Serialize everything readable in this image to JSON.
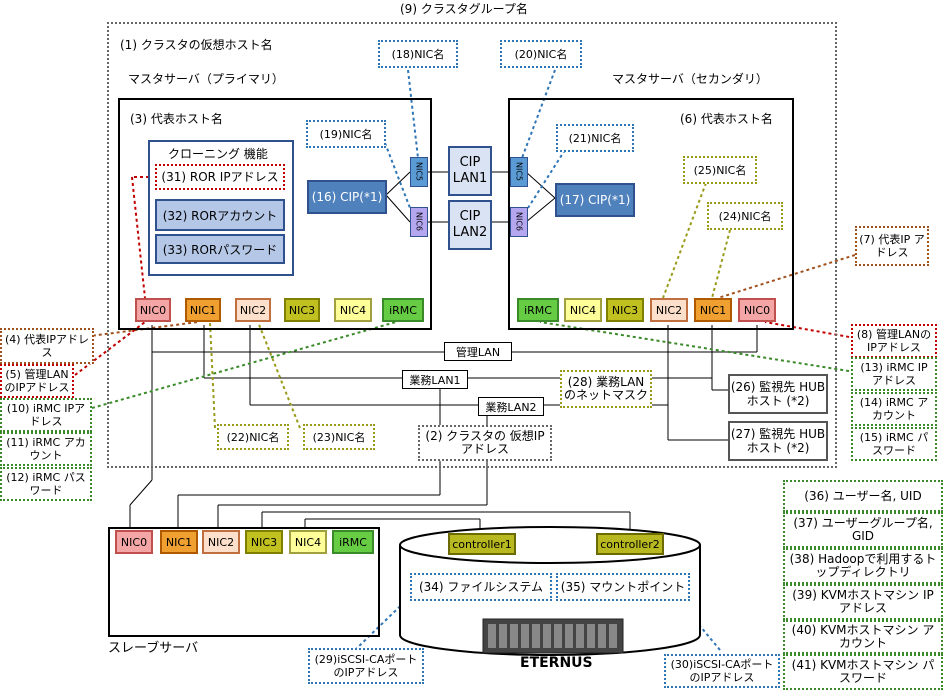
{
  "title": "(9) クラスタグループ名",
  "cluster_host": "(1) クラスタの仮想ホスト名",
  "primary": {
    "title": "マスタサーバ（プライマリ）",
    "host": "(3) 代表ホスト名",
    "cloning": {
      "title": "クローニング 機能",
      "ror_ip": "(31) ROR IPアドレス",
      "ror_account": "(32) RORアカウント",
      "ror_password": "(33) RORパスワード"
    },
    "cip": "(16) CIP(*1)",
    "nic19": "(19)NIC名",
    "nics": [
      "NIC0",
      "NIC1",
      "NIC2",
      "NIC3",
      "NIC4",
      "iRMC"
    ]
  },
  "secondary": {
    "title": "マスタサーバ（セカンダリ）",
    "host": "(6) 代表ホスト名",
    "cip": "(17) CIP(*1)",
    "nic21": "(21)NIC名",
    "nic25": "(25)NIC名",
    "nic24": "(24)NIC名",
    "nics": [
      "iRMC",
      "NIC4",
      "NIC3",
      "NIC2",
      "NIC1",
      "NIC0"
    ]
  },
  "cip_lan1": "CIP LAN1",
  "cip_lan2": "CIP LAN2",
  "nic18": "(18)NIC名",
  "nic20": "(20)NIC名",
  "vnic_label": "NIC5",
  "vnic_label2": "NIC6",
  "left_labels": {
    "l4": "(4) 代表IPアドレス",
    "l5": "(5) 管理LANのIPアドレス",
    "l10": "(10) iRMC IPアドレス",
    "l11": "(11) iRMC アカウント",
    "l12": "(12) iRMC パスワード"
  },
  "right_labels": {
    "l7": "(7) 代表IP アドレス",
    "l8": "(8) 管理LANのIPアドレス",
    "l13": "(13) iRMC IPアドレス",
    "l14": "(14) iRMC アカウント",
    "l15": "(15) iRMC パスワード"
  },
  "lans": {
    "mgmt": "管理LAN",
    "biz1": "業務LAN1",
    "biz2": "業務LAN2"
  },
  "netmask": "(28) 業務LAN のネットマスク",
  "monitor26": "(26) 監視先 HUBホスト (*2)",
  "monitor27": "(27) 監視先 HUBホスト (*2)",
  "nic22": "(22)NIC名",
  "nic23": "(23)NIC名",
  "virtual_ip": "(2) クラスタの 仮想IPアドレス",
  "slave": {
    "title": "スレーブサーバ",
    "nics": [
      "NIC0",
      "NIC1",
      "NIC2",
      "NIC3",
      "NIC4",
      "iRMC"
    ]
  },
  "storage": {
    "controller1": "controller1",
    "controller2": "controller2",
    "filesystem": "(34) ファイルシステム",
    "mount": "(35) マウントポイント",
    "name": "ETERNUS",
    "iscsi29": "(29)iSCSI-CAポートのIPアドレス",
    "iscsi30": "(30)iSCSI-CAポートのIPアドレス"
  },
  "right_column": {
    "l36": "(36) ユーザー名, UID",
    "l37": "(37) ユーザーグループ名, GID",
    "l38": "(38) Hadoopで利用するトップディレクトリ",
    "l39": "(39) KVMホストマシン IPアドレス",
    "l40": "(40) KVMホストマシン アカウント",
    "l41": "(41) KVMホストマシン パスワード"
  },
  "colors": {
    "blue": "#2e75b6",
    "brown": "#a0521e",
    "red": "#c00000",
    "green": "#3a8a2a",
    "olive": "#9a9a1a"
  }
}
